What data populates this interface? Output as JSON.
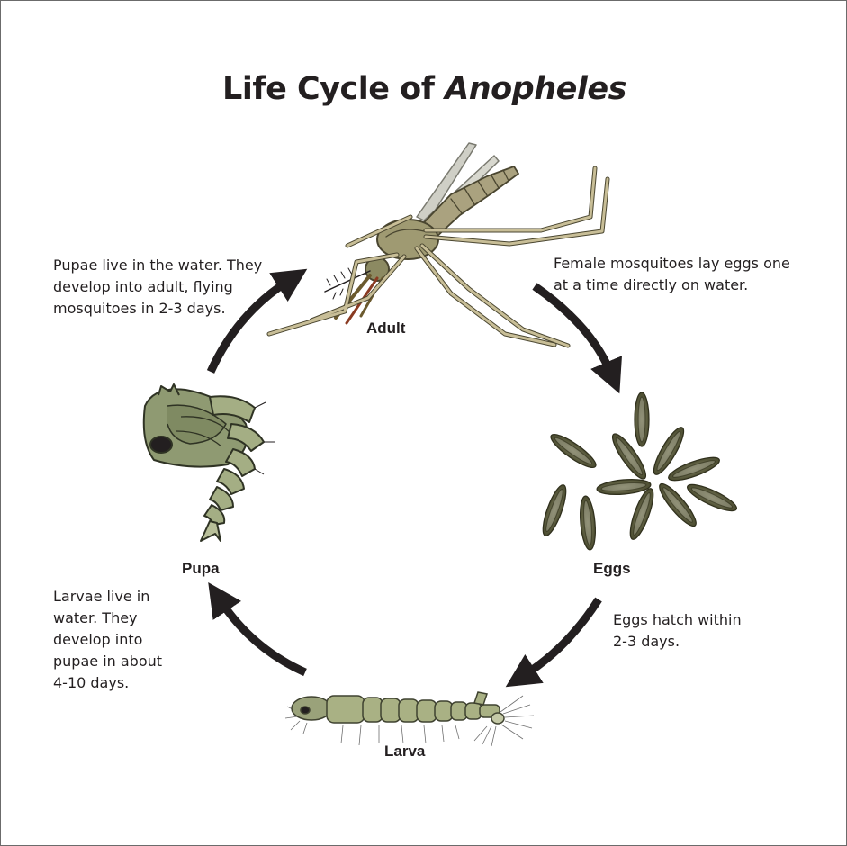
{
  "title": {
    "prefix": "Life Cycle of ",
    "genus": "Anopheles"
  },
  "stages": {
    "adult": "Adult",
    "eggs": "Eggs",
    "larva": "Larva",
    "pupa": "Pupa"
  },
  "descriptions": {
    "adult_to_eggs": "Female mosquitoes lay eggs one\n     at a time directly on water.",
    "eggs_to_larva": "  Eggs hatch within\n2-3 days.",
    "larva_to_pupa": "Larvae live in\nwater. They\ndevelop into\npupae in about\n4-10 days.",
    "pupa_to_adult": "Pupae live in the water. They\ndevelop into adult, flying\nmosquitoes in 2-3 days."
  },
  "colors": {
    "arrow": "#231f20",
    "body_olive": "#a9a37f",
    "egg_dark": "#4a4a2c",
    "larva_green": "#a5ad84",
    "pupa_green": "#8c9770"
  }
}
